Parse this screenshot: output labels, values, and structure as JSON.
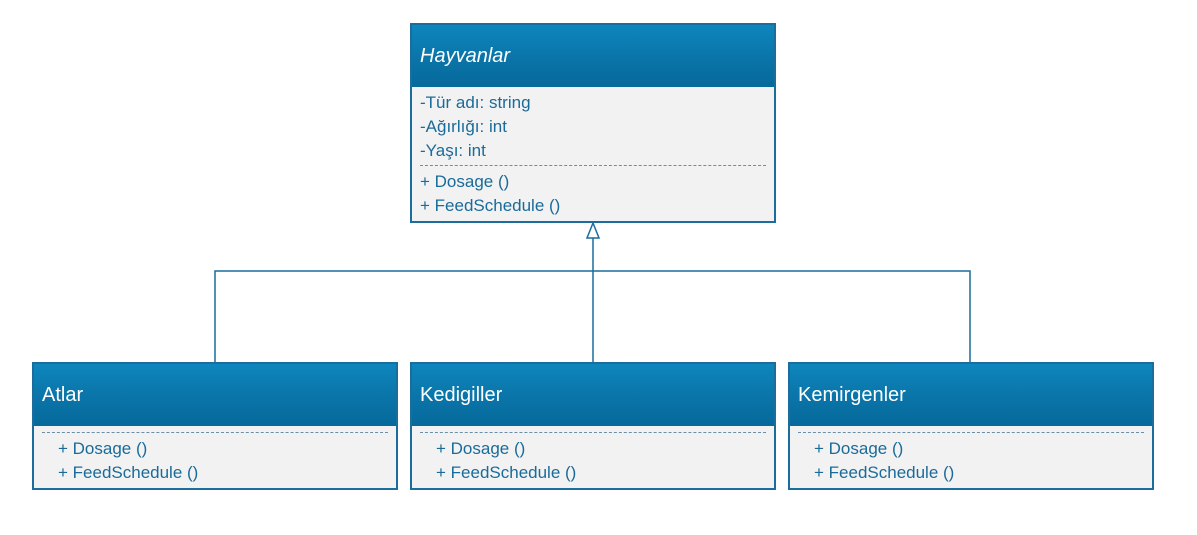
{
  "parent": {
    "name": "Hayvanlar",
    "attributes": [
      "-Tür adı: string",
      "-Ağırlığı: int",
      "-Yaşı: int"
    ],
    "operations": [
      "+ Dosage ()",
      "+ FeedSchedule ()"
    ]
  },
  "children": [
    {
      "name": "Atlar",
      "operations": [
        "+ Dosage ()",
        "+ FeedSchedule ()"
      ]
    },
    {
      "name": "Kedigiller",
      "operations": [
        "+ Dosage ()",
        "+ FeedSchedule ()"
      ]
    },
    {
      "name": "Kemirgenler",
      "operations": [
        "+ Dosage ()",
        "+ FeedSchedule ()"
      ]
    }
  ],
  "colors": {
    "header": "#0a74a8",
    "border": "#1a6d9c",
    "body": "#f2f2f2",
    "text": "#1a6b9a",
    "connector": "#1a6d9c"
  }
}
